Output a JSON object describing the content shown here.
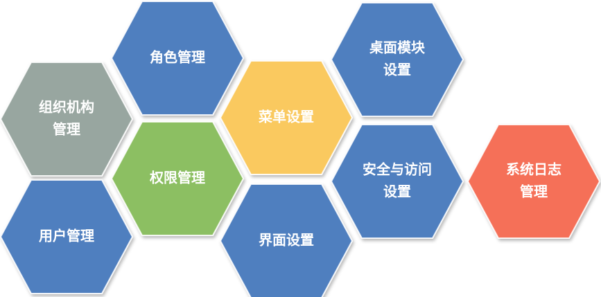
{
  "hexagons": [
    {
      "id": "role",
      "lines": [
        "角色管理"
      ],
      "color": "#4f7fbf"
    },
    {
      "id": "org",
      "lines": [
        "组织机构",
        "管理"
      ],
      "color": "#98a6a0"
    },
    {
      "id": "user",
      "lines": [
        "用户管理"
      ],
      "color": "#4f7fbf"
    },
    {
      "id": "permission",
      "lines": [
        "权限管理"
      ],
      "color": "#8cbf62"
    },
    {
      "id": "menu",
      "lines": [
        "菜单设置"
      ],
      "color": "#fac95f"
    },
    {
      "id": "ui",
      "lines": [
        "界面设置"
      ],
      "color": "#4f7fbf"
    },
    {
      "id": "desktop",
      "lines": [
        "桌面模块",
        "设置"
      ],
      "color": "#4f7fbf"
    },
    {
      "id": "security",
      "lines": [
        "安全与访问",
        "设置"
      ],
      "color": "#4f7fbf"
    },
    {
      "id": "syslog",
      "lines": [
        "系统日志",
        "管理"
      ],
      "color": "#f57058"
    }
  ]
}
